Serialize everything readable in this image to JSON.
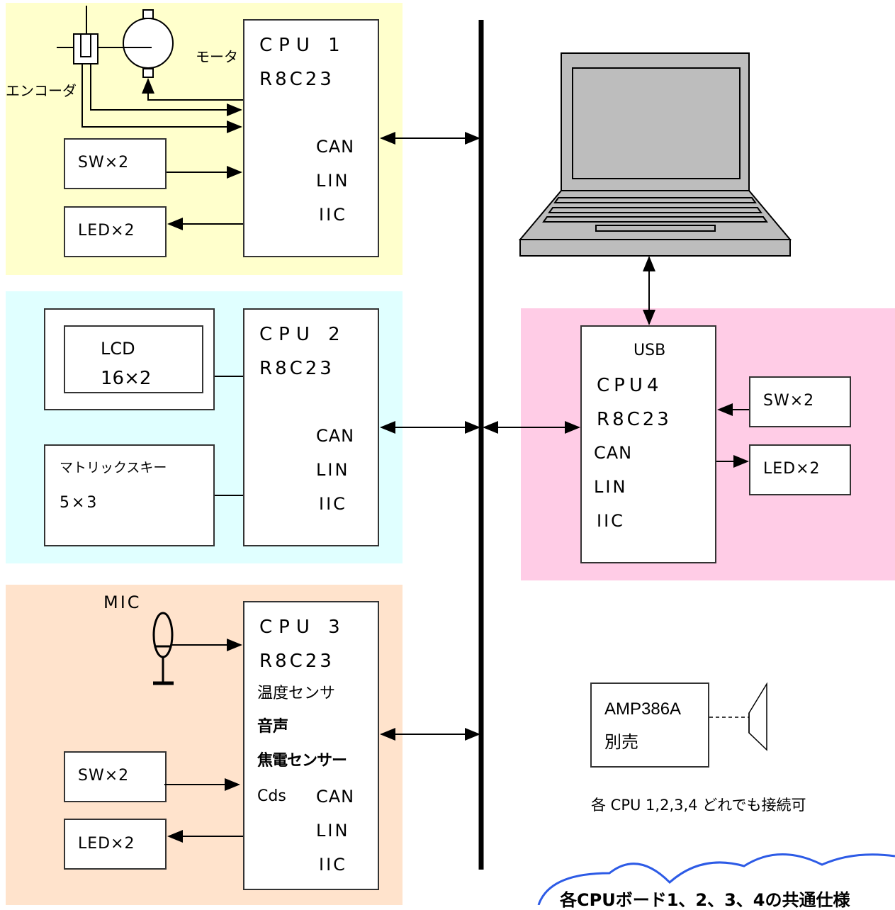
{
  "colors": {
    "board1": "#FFFFCC",
    "board2": "#E0FFFF",
    "board3": "#FFE3CC",
    "board4": "#FFCCE6",
    "laptop": "#BDBDBD",
    "cloud": "#2D5BE6"
  },
  "board1": {
    "encoder_label": "エンコーダ",
    "motor_label": "モータ",
    "cpu": "CPU 1",
    "chip": "R8C23",
    "bus": [
      "CAN",
      "LIN",
      "IIC"
    ],
    "sw": "SW×2",
    "led": "LED×2"
  },
  "board2": {
    "lcd_line1": "LCD",
    "lcd_line2": "16×2",
    "keypad_line1": "マトリックスキー",
    "keypad_line2": "5×3",
    "cpu": "CPU 2",
    "chip": "R8C23",
    "bus": [
      "CAN",
      "LIN",
      "IIC"
    ]
  },
  "board3": {
    "mic_label": "MIC",
    "cpu": "CPU 3",
    "chip": "R8C23",
    "sensors": [
      "温度センサ",
      "音声",
      "焦電センサー",
      "Cds"
    ],
    "bus": [
      "CAN",
      "LIN",
      "IIC"
    ],
    "sw": "SW×2",
    "led": "LED×2"
  },
  "board4": {
    "usb": "USB",
    "cpu": "CPU4",
    "chip": "R8C23",
    "bus": [
      "CAN",
      "LIN",
      "IIC"
    ],
    "sw": "SW×2",
    "led": "LED×2"
  },
  "amp": {
    "line1": "AMP386A",
    "line2": "別売"
  },
  "note": "各 CPU 1,2,3,4 どれでも接続可",
  "cloud_text": "各CPUボード1、2、3、4の共通仕様"
}
